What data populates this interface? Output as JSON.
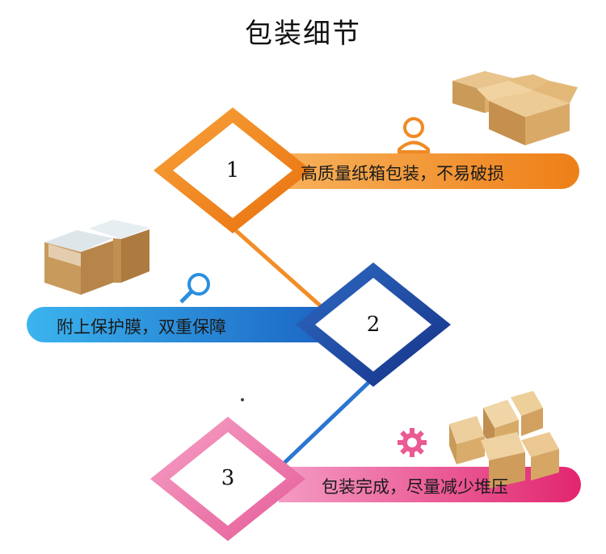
{
  "title": "包装细节",
  "colors": {
    "step1": "#f0851d",
    "step2": "#1f4fa8",
    "step3": "#e86aa0",
    "banner1": "#f29a33",
    "banner2": "#2a9fe0",
    "banner3": "#ea5a93",
    "text_dark": "#1a1a1a"
  },
  "steps": [
    {
      "number": "1",
      "text": "高质量纸箱包装，不易破损",
      "icon": "person-icon",
      "photo": "cardboard-boxes-open"
    },
    {
      "number": "2",
      "text": "附上保护膜，双重保障",
      "icon": "magnifier-icon",
      "photo": "boxes-with-plastic-liner"
    },
    {
      "number": "3",
      "text": "包装完成，尽量减少堆压",
      "icon": "gear-icon",
      "photo": "stacked-closed-boxes"
    }
  ]
}
